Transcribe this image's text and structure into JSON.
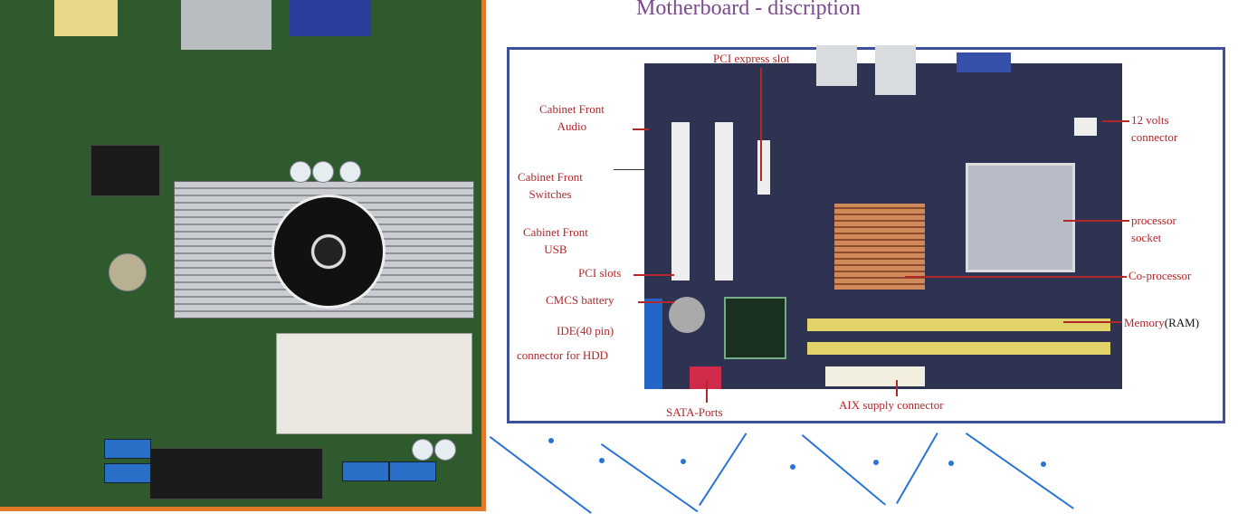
{
  "title": "Motherboard -  discription",
  "labels": {
    "pci_express": "PCI express slot",
    "front_audio": [
      "Cabinet  Front",
      "Audio"
    ],
    "front_switches": [
      "Cabinet  Front",
      "Switches"
    ],
    "front_usb": [
      "Cabinet  Front",
      "USB"
    ],
    "pci_slots": "PCI slots",
    "cmcs": "CMCS battery",
    "ide": [
      "IDE(40 pin)",
      "connector for HDD"
    ],
    "sata": "SATA-Ports",
    "aix": "AIX supply connector",
    "volts": [
      "12 volts",
      "connector"
    ],
    "socket": [
      "processor",
      "socket"
    ],
    "coproc": "Co-processor",
    "memory": "Memory",
    "ram": "(RAM)"
  },
  "colors": {
    "label": "#b3262a",
    "title": "#7b4a8e",
    "frame": "#3e4f9c",
    "accent": "#e07a2a"
  }
}
